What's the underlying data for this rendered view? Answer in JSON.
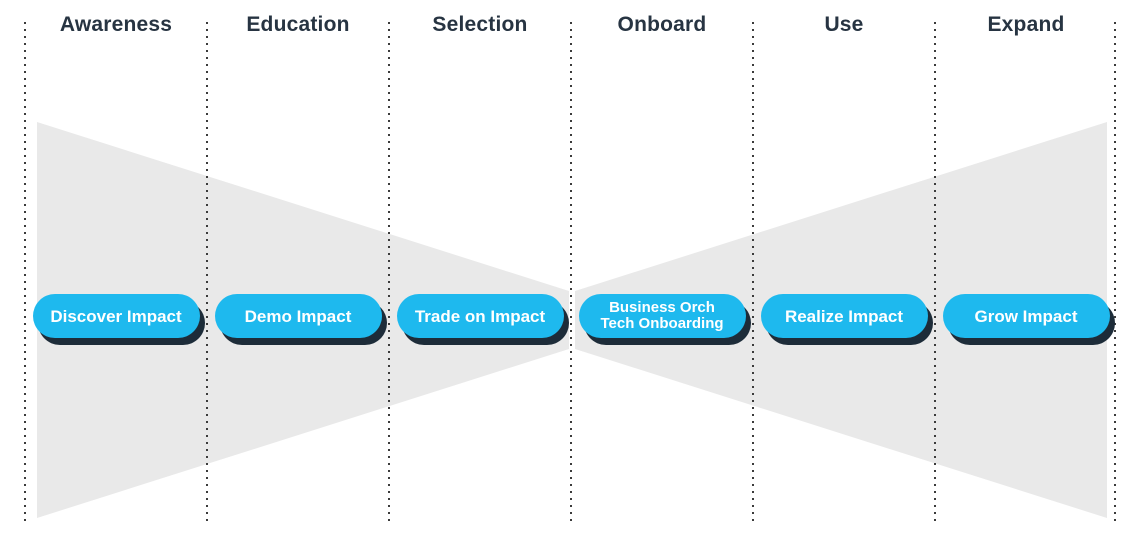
{
  "diagram": {
    "type": "customer-journey-funnel"
  },
  "colors": {
    "background": "#ffffff",
    "funnel_fill": "#e9e9e9",
    "pill_fill": "#1eb9ee",
    "pill_shadow": "#1d2c39",
    "pill_text": "#ffffff",
    "stage_label": "#273442",
    "divider_dot": "#3b3b3b"
  },
  "stages": [
    {
      "label": "Awareness",
      "pill_lines": [
        "Discover Impact"
      ]
    },
    {
      "label": "Education",
      "pill_lines": [
        "Demo Impact"
      ]
    },
    {
      "label": "Selection",
      "pill_lines": [
        "Trade on Impact"
      ]
    },
    {
      "label": "Onboard",
      "pill_lines": [
        "Business Orch",
        "Tech Onboarding"
      ]
    },
    {
      "label": "Use",
      "pill_lines": [
        "Realize Impact"
      ]
    },
    {
      "label": "Expand",
      "pill_lines": [
        "Grow Impact"
      ]
    }
  ]
}
